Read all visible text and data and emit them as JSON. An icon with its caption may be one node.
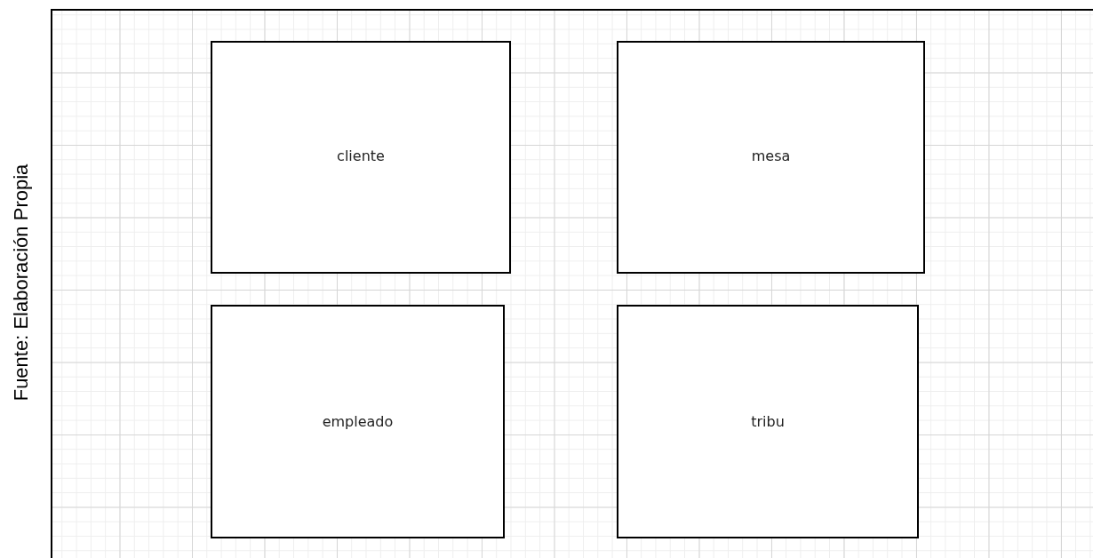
{
  "diagram": {
    "nodes": [
      {
        "text": [
          "cliente"
        ]
      },
      {
        "text": [
          "mesa"
        ]
      },
      {
        "text": [
          "empleado"
        ]
      },
      {
        "text": [
          "tribu"
        ]
      }
    ],
    "labels": [
      "Fuente: Elaboración Propia"
    ]
  }
}
